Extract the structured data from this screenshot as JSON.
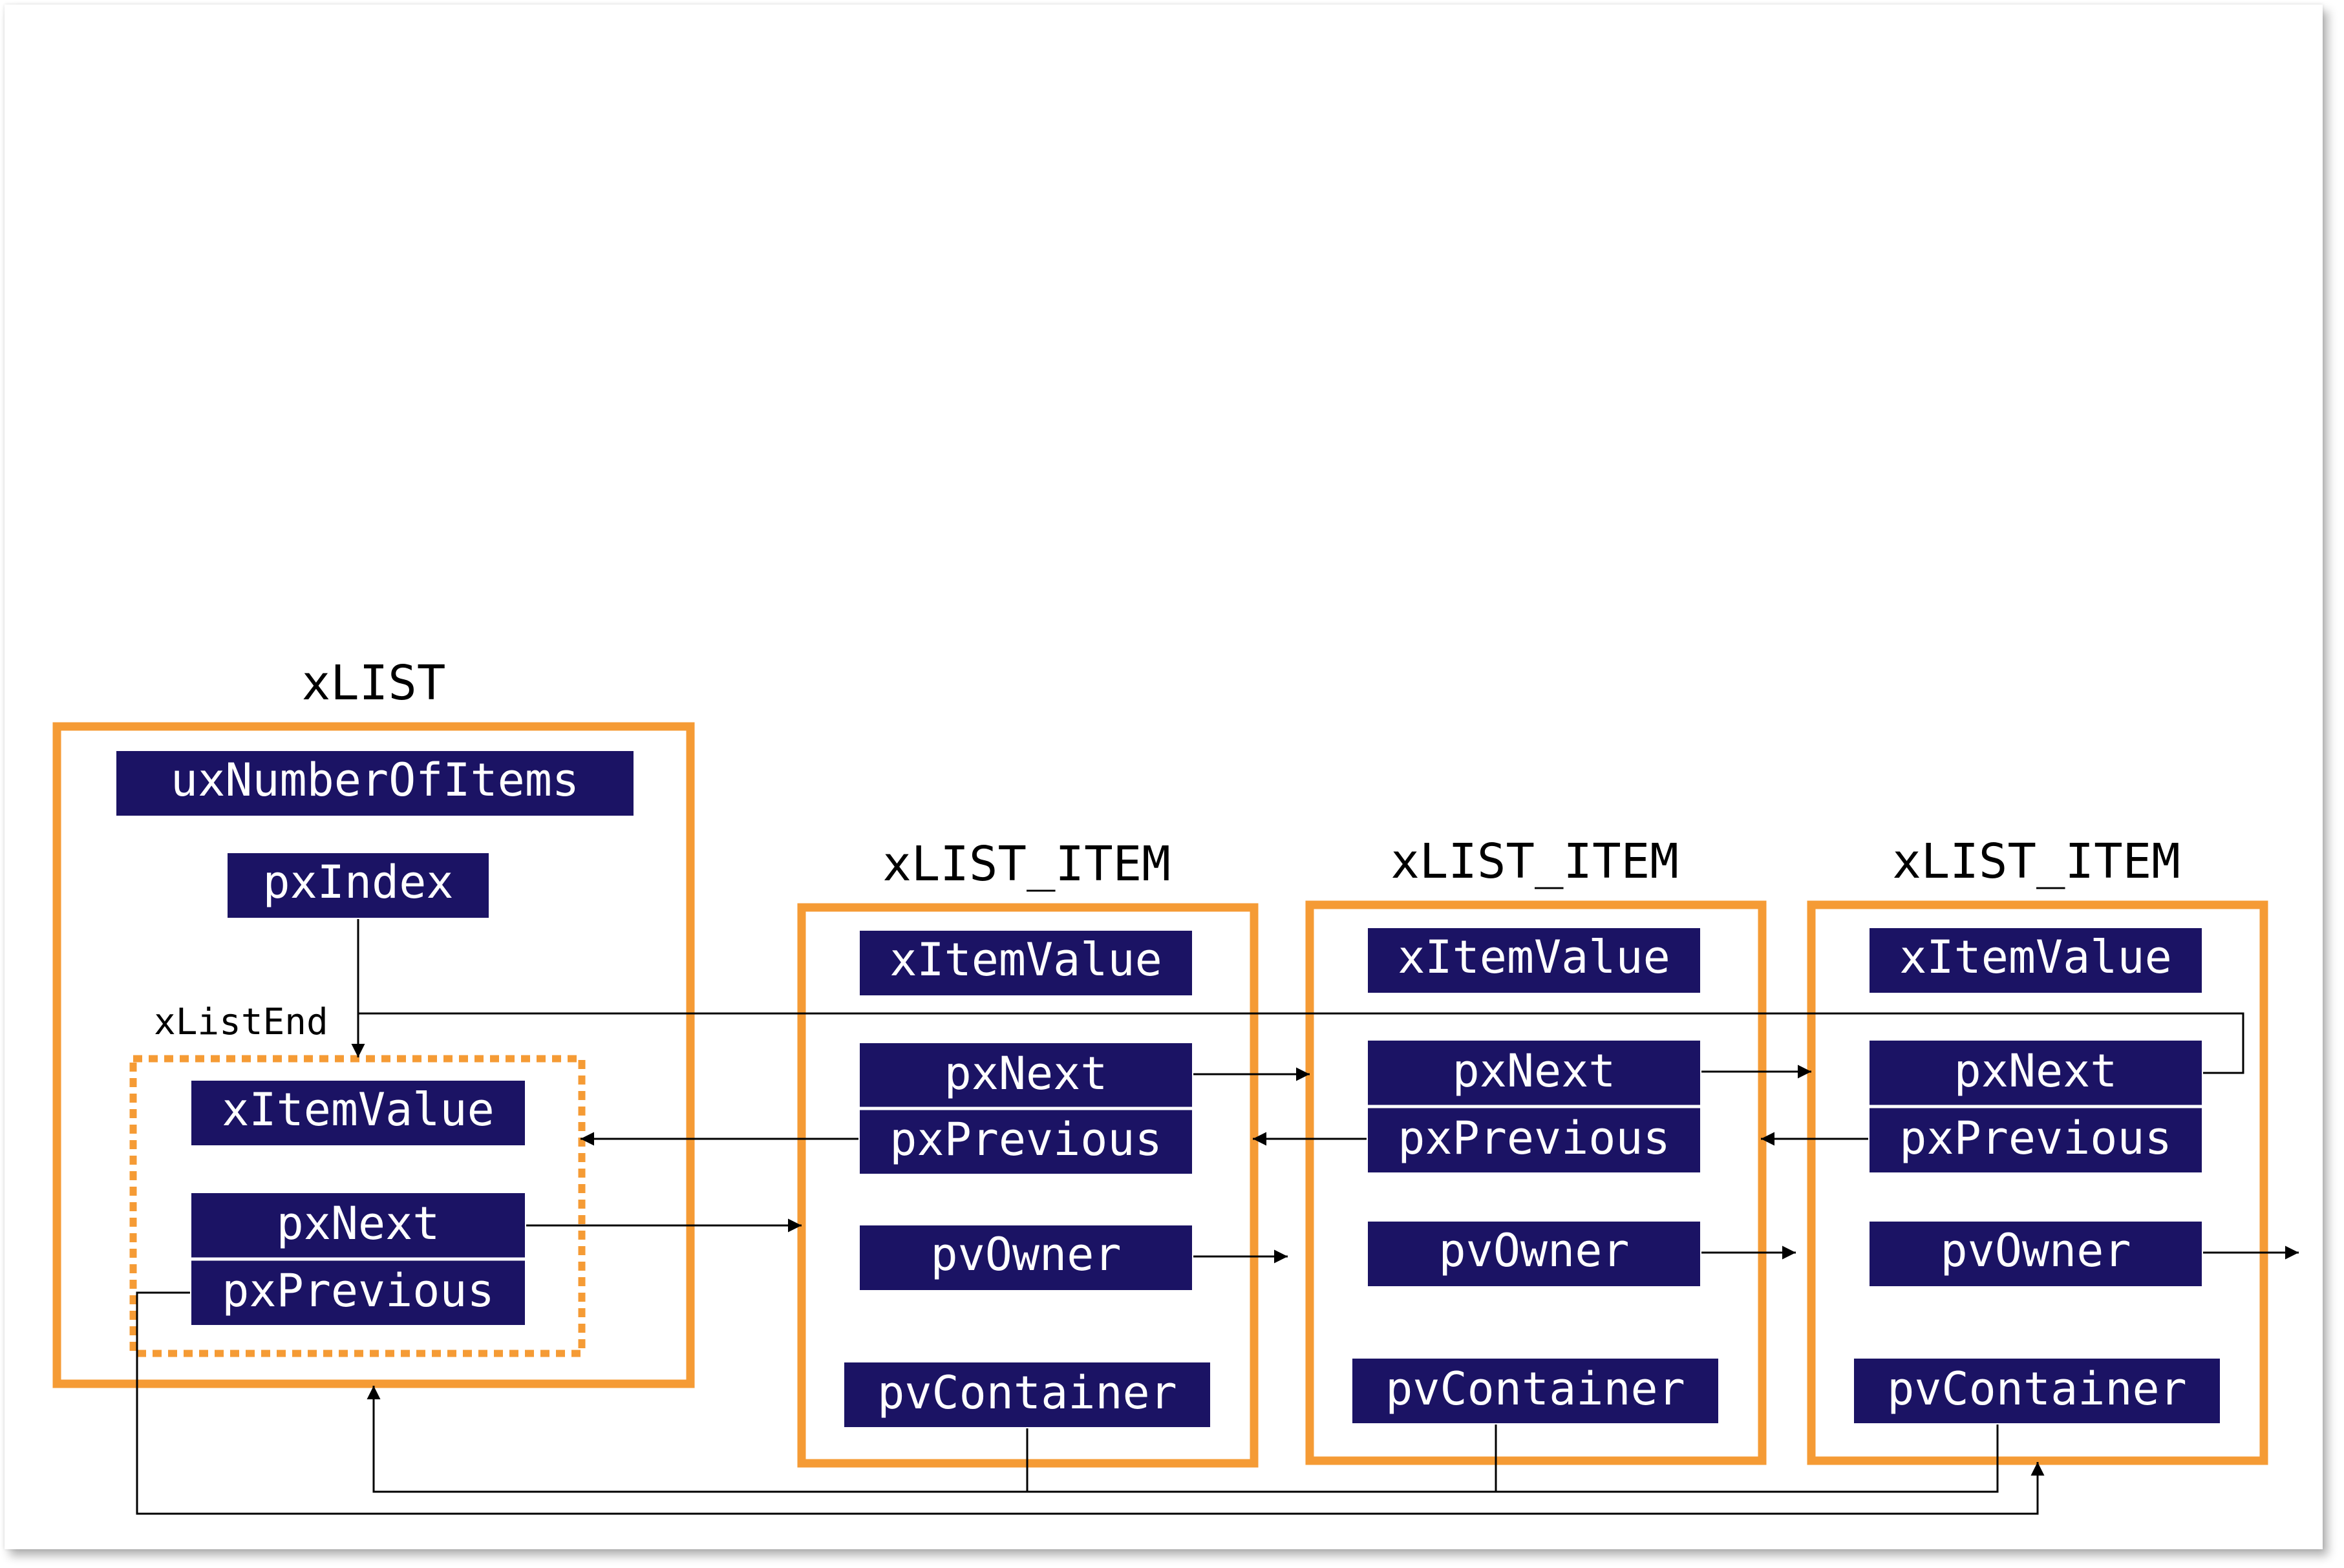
{
  "colors": {
    "box_border": "#f59b35",
    "field_fill": "#1b1364",
    "field_text": "#ffffff",
    "connector": "#000000"
  },
  "xlist": {
    "title": "xLIST",
    "ux_number_of_items": "uxNumberOfItems",
    "px_index": "pxIndex",
    "xlist_end_label": "xListEnd",
    "end_item": {
      "x_item_value": "xItemValue",
      "px_next": "pxNext",
      "px_previous": "pxPrevious"
    }
  },
  "list_items": [
    {
      "title": "xLIST_ITEM",
      "x_item_value": "xItemValue",
      "px_next": "pxNext",
      "px_previous": "pxPrevious",
      "pv_owner": "pvOwner",
      "pv_container": "pvContainer"
    },
    {
      "title": "xLIST_ITEM",
      "x_item_value": "xItemValue",
      "px_next": "pxNext",
      "px_previous": "pxPrevious",
      "pv_owner": "pvOwner",
      "pv_container": "pvContainer"
    },
    {
      "title": "xLIST_ITEM",
      "x_item_value": "xItemValue",
      "px_next": "pxNext",
      "px_previous": "pxPrevious",
      "pv_owner": "pvOwner",
      "pv_container": "pvContainer"
    }
  ]
}
